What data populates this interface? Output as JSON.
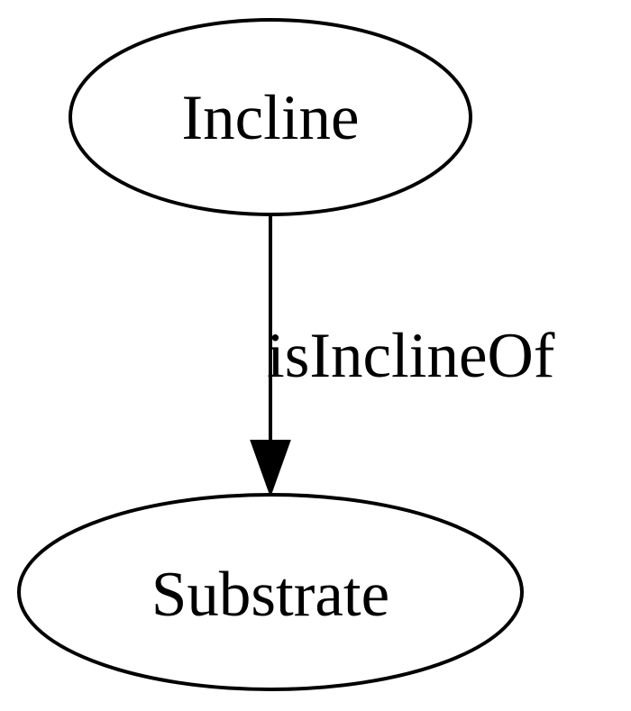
{
  "diagram": {
    "nodes": [
      {
        "id": "incline",
        "label": "Incline"
      },
      {
        "id": "substrate",
        "label": "Substrate"
      }
    ],
    "edges": [
      {
        "from": "incline",
        "to": "substrate",
        "label": "isInclineOf"
      }
    ]
  }
}
